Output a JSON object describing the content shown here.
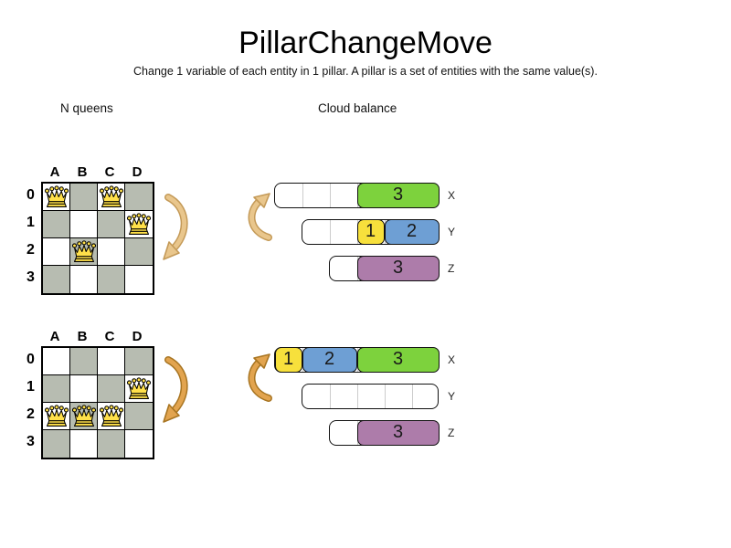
{
  "title": "PillarChangeMove",
  "subtitle": "Change 1 variable of each entity in 1 pillar. A pillar is a set of entities with the same value(s).",
  "sections": {
    "left_heading": "N queens",
    "right_heading": "Cloud balance"
  },
  "colors": {
    "board_gray": "#b7bcb1",
    "queen_gold": "#ffe04a",
    "block_green": "#7dd23d",
    "block_yellow": "#f7e03c",
    "block_blue": "#6e9fd4",
    "block_purple": "#ad7caa",
    "separator": "#cccccc",
    "arrow_light": "#e9c68c",
    "arrow_light_outline": "#c49a58",
    "arrow_dark": "#e2a44f",
    "arrow_dark_outline": "#a87522"
  },
  "boards": [
    {
      "name": "nqueens-before",
      "columns": [
        "A",
        "B",
        "C",
        "D"
      ],
      "rows": [
        "0",
        "1",
        "2",
        "3"
      ],
      "queens": [
        [
          0,
          0
        ],
        [
          2,
          0
        ],
        [
          3,
          1
        ],
        [
          1,
          2
        ]
      ]
    },
    {
      "name": "nqueens-after",
      "columns": [
        "A",
        "B",
        "C",
        "D"
      ],
      "rows": [
        "0",
        "1",
        "2",
        "3"
      ],
      "queens": [
        [
          3,
          1
        ],
        [
          0,
          2
        ],
        [
          1,
          2
        ],
        [
          2,
          2
        ]
      ]
    }
  ],
  "cloud_balances": [
    {
      "name": "cloud-before",
      "bars": [
        {
          "label": "X",
          "segments": 6,
          "blocks": [
            {
              "value": "3",
              "color": "green",
              "span": 3
            }
          ]
        },
        {
          "label": "Y",
          "segments": 5,
          "blocks": [
            {
              "value": "1",
              "color": "yellow",
              "span": 1
            },
            {
              "value": "2",
              "color": "blue",
              "span": 2
            }
          ]
        },
        {
          "label": "Z",
          "segments": 4,
          "blocks": [
            {
              "value": "3",
              "color": "purple",
              "span": 3
            }
          ]
        }
      ]
    },
    {
      "name": "cloud-after",
      "bars": [
        {
          "label": "X",
          "segments": 6,
          "blocks": [
            {
              "value": "1",
              "color": "yellow",
              "span": 1
            },
            {
              "value": "2",
              "color": "blue",
              "span": 2
            },
            {
              "value": "3",
              "color": "green",
              "span": 3
            }
          ]
        },
        {
          "label": "Y",
          "segments": 5,
          "blocks": []
        },
        {
          "label": "Z",
          "segments": 4,
          "blocks": [
            {
              "value": "3",
              "color": "purple",
              "span": 3
            }
          ]
        }
      ]
    }
  ]
}
